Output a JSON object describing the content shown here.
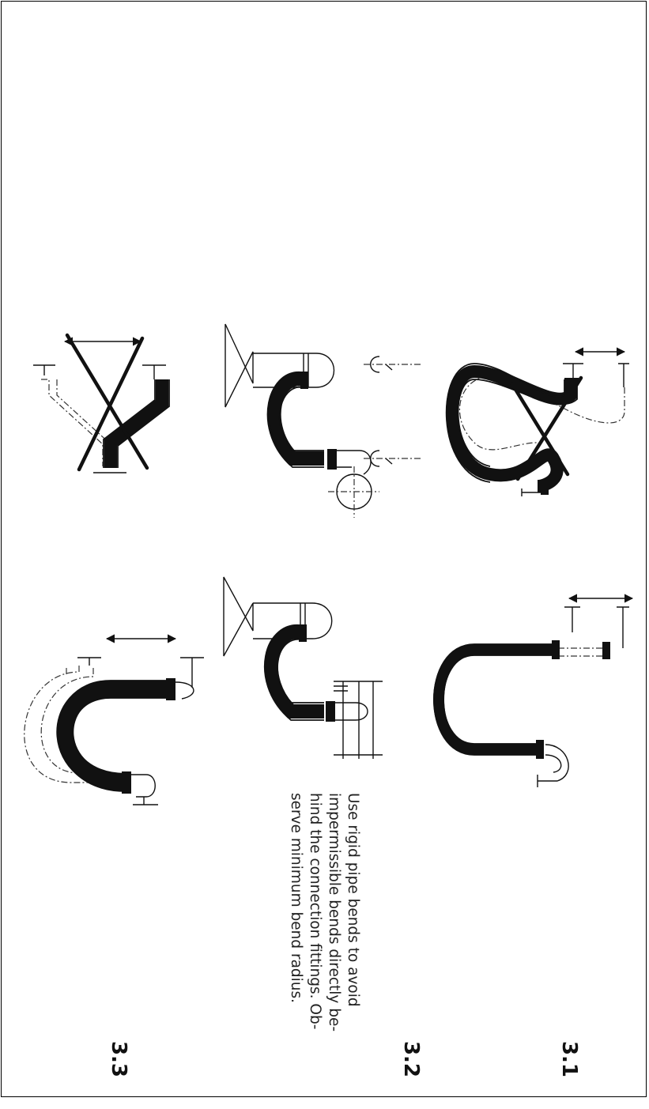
{
  "figures": {
    "fig_3_1": {
      "label": "3.1"
    },
    "fig_3_2": {
      "label": "3.2"
    },
    "fig_3_3": {
      "label": "3.3"
    }
  },
  "caption": {
    "lines": [
      "Use rigid pipe bends to avoid",
      "impermissible bends directly be-",
      "hind the connection fittings. Ob-",
      "serve minimum bend radius."
    ]
  }
}
